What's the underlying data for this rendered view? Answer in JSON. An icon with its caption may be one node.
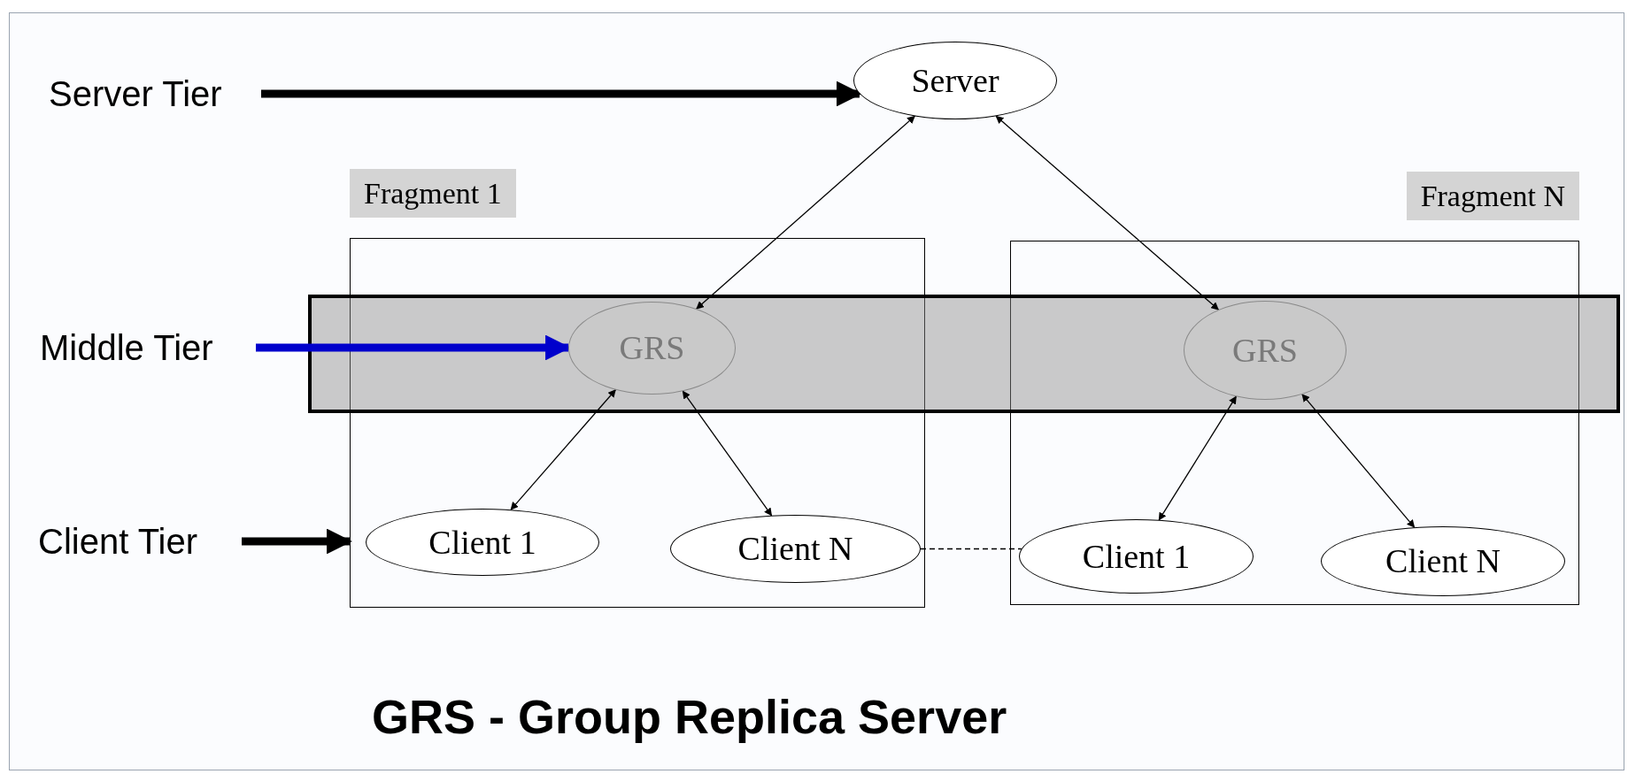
{
  "diagram": {
    "caption": "GRS - Group Replica Server",
    "nodes": [
      {
        "text": [
          "Server Tier"
        ]
      },
      {
        "text": [
          "Server"
        ]
      },
      {
        "text": [
          "Fragment 1"
        ]
      },
      {
        "text": [
          "Fragment N"
        ]
      },
      {
        "text": [
          "Middle Tier"
        ]
      },
      {
        "text": [
          "GRS"
        ],
        "in": 2
      },
      {
        "text": [
          "GRS"
        ],
        "in": 3
      },
      {
        "text": [
          "Client Tier"
        ]
      },
      {
        "text": [
          "Client 1"
        ],
        "in": 2
      },
      {
        "text": [
          "Client N"
        ],
        "in": 2
      },
      {
        "text": [
          "Client 1"
        ],
        "in": 3
      },
      {
        "text": [
          "Client N"
        ],
        "in": 3
      }
    ],
    "edges": [
      {
        "from": 0,
        "to": 1,
        "arrow": "to",
        "style": "thick"
      },
      {
        "from": 1,
        "to": 5,
        "arrow": "both"
      },
      {
        "from": 1,
        "to": 6,
        "arrow": "both"
      },
      {
        "from": 4,
        "to": 5,
        "arrow": "to",
        "style": "thick",
        "color": "#0000cc"
      },
      {
        "from": 5,
        "to": 8,
        "arrow": "both"
      },
      {
        "from": 5,
        "to": 9,
        "arrow": "both"
      },
      {
        "from": 6,
        "to": 10,
        "arrow": "both"
      },
      {
        "from": 6,
        "to": 11,
        "arrow": "both"
      },
      {
        "from": 7,
        "to": 2,
        "arrow": "to",
        "style": "thick"
      },
      {
        "from": 9,
        "to": 10,
        "arrow": "none",
        "style": "dashed"
      }
    ]
  }
}
